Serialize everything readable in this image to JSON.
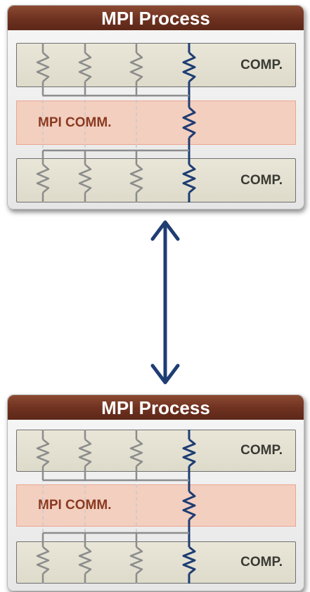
{
  "processes": [
    {
      "title": "MPI Process",
      "comp_top_label": "COMP.",
      "comm_label": "MPI COMM.",
      "comp_bottom_label": "COMP."
    },
    {
      "title": "MPI Process",
      "comp_top_label": "COMP.",
      "comm_label": "MPI COMM.",
      "comp_bottom_label": "COMP."
    }
  ],
  "colors": {
    "header": "#6e3120",
    "comp_band": "#e4e1d2",
    "comm_band": "#f3cfc0",
    "idle_thread": "#8c8c8c",
    "main_thread": "#1f3d73",
    "arrow": "#1f3d73"
  }
}
